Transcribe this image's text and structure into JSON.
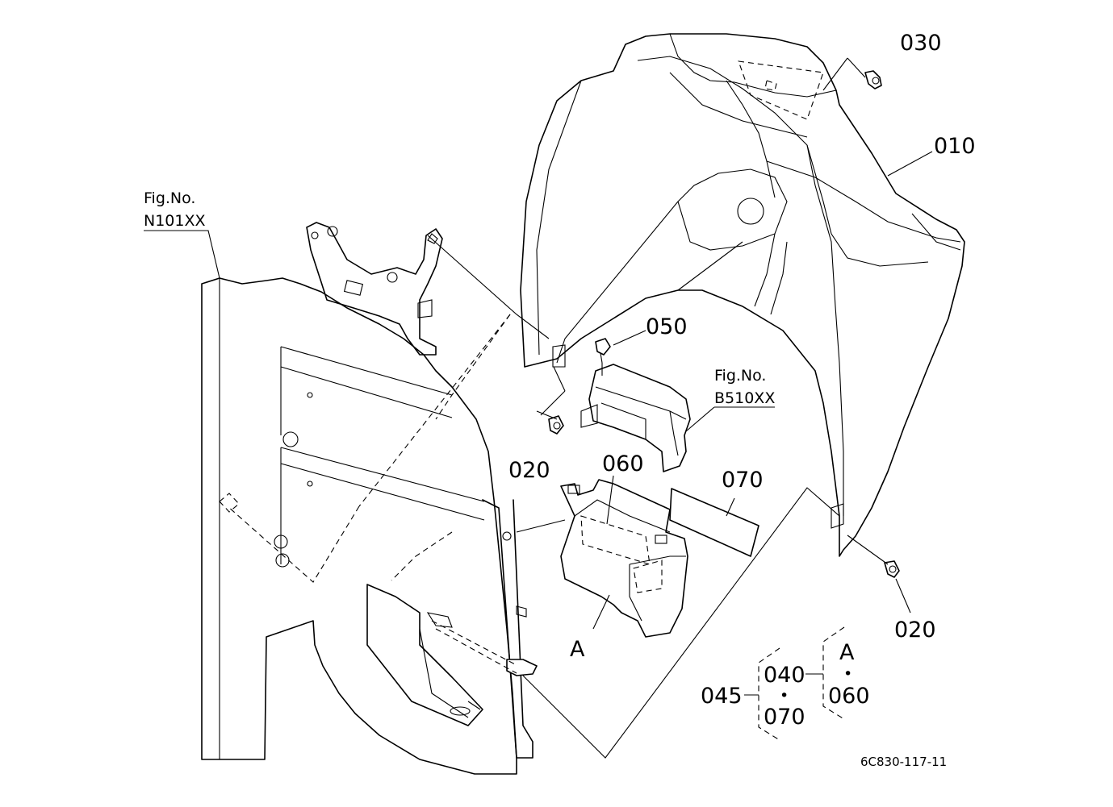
{
  "labels": {
    "p010": "010",
    "p020a": "020",
    "p020b": "020",
    "p030": "030",
    "p045": "045",
    "p050": "050",
    "p060": "060",
    "p070": "070",
    "kit_040": "040",
    "kit_060": "060",
    "kit_070": "070",
    "kit_a": "A",
    "detail_a": "A",
    "fig_ref_1_title": "Fig.No.",
    "fig_ref_1_code": "N101XX",
    "fig_ref_2_title": "Fig.No.",
    "fig_ref_2_code": "B510XX",
    "drawing_code": "6C830-117-11",
    "dot_1": "•",
    "dot_2": "•"
  }
}
